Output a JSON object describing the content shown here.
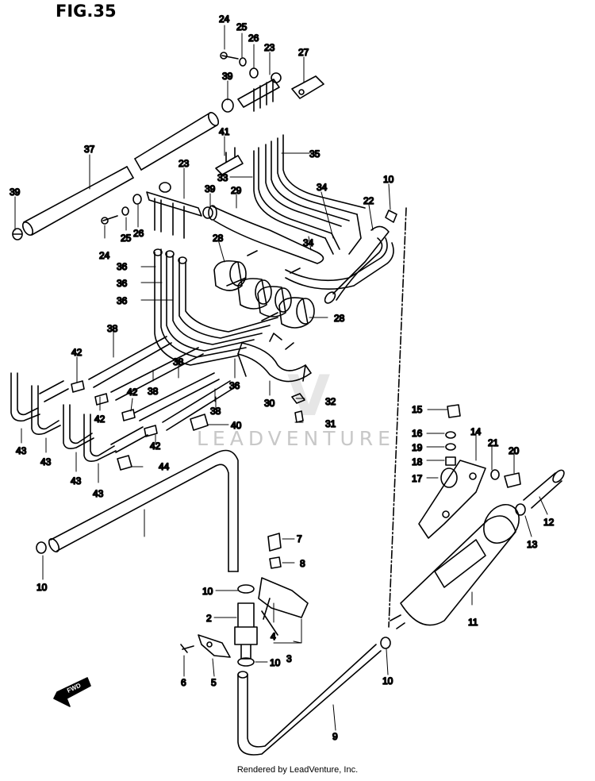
{
  "figure": {
    "title": "FIG.35"
  },
  "watermark": {
    "logo": "V",
    "text": "LEADVENTURE"
  },
  "footer": {
    "text": "Rendered by LeadVenture, Inc."
  },
  "fwd_label": "FWD",
  "callouts": [
    {
      "id": "c24a",
      "text": "24"
    },
    {
      "id": "c25a",
      "text": "25"
    },
    {
      "id": "c26a",
      "text": "26"
    },
    {
      "id": "c23a",
      "text": "23"
    },
    {
      "id": "c27",
      "text": "27"
    },
    {
      "id": "c39a",
      "text": "39"
    },
    {
      "id": "c37",
      "text": "37"
    },
    {
      "id": "c41",
      "text": "41"
    },
    {
      "id": "c35",
      "text": "35"
    },
    {
      "id": "c33",
      "text": "33"
    },
    {
      "id": "c23b",
      "text": "23"
    },
    {
      "id": "c39b",
      "text": "39"
    },
    {
      "id": "c29",
      "text": "29"
    },
    {
      "id": "c34a",
      "text": "34"
    },
    {
      "id": "c10a",
      "text": "10"
    },
    {
      "id": "c39c",
      "text": "39"
    },
    {
      "id": "c22",
      "text": "22"
    },
    {
      "id": "c25b",
      "text": "25"
    },
    {
      "id": "c26b",
      "text": "26"
    },
    {
      "id": "c24b",
      "text": "24"
    },
    {
      "id": "c34b",
      "text": "34"
    },
    {
      "id": "c28a",
      "text": "28"
    },
    {
      "id": "c36a",
      "text": "36"
    },
    {
      "id": "c36b",
      "text": "36"
    },
    {
      "id": "c36c",
      "text": "36"
    },
    {
      "id": "c28b",
      "text": "28"
    },
    {
      "id": "c38a",
      "text": "38"
    },
    {
      "id": "c42a",
      "text": "42"
    },
    {
      "id": "c38b",
      "text": "38"
    },
    {
      "id": "c38c",
      "text": "38"
    },
    {
      "id": "c42b",
      "text": "42"
    },
    {
      "id": "c42c",
      "text": "42"
    },
    {
      "id": "c36d",
      "text": "36"
    },
    {
      "id": "c30",
      "text": "30"
    },
    {
      "id": "c32",
      "text": "32"
    },
    {
      "id": "c38d",
      "text": "38"
    },
    {
      "id": "c31",
      "text": "31"
    },
    {
      "id": "c40",
      "text": "40"
    },
    {
      "id": "c42d",
      "text": "42"
    },
    {
      "id": "c43a",
      "text": "43"
    },
    {
      "id": "c43b",
      "text": "43"
    },
    {
      "id": "c43c",
      "text": "43"
    },
    {
      "id": "c43d",
      "text": "43"
    },
    {
      "id": "c44",
      "text": "44"
    },
    {
      "id": "c15",
      "text": "15"
    },
    {
      "id": "c16",
      "text": "16"
    },
    {
      "id": "c14",
      "text": "14"
    },
    {
      "id": "c19",
      "text": "19"
    },
    {
      "id": "c21",
      "text": "21"
    },
    {
      "id": "c20",
      "text": "20"
    },
    {
      "id": "c18",
      "text": "18"
    },
    {
      "id": "c17",
      "text": "17"
    },
    {
      "id": "c12",
      "text": "12"
    },
    {
      "id": "c13",
      "text": "13"
    },
    {
      "id": "c10b",
      "text": "10"
    },
    {
      "id": "c7",
      "text": "7"
    },
    {
      "id": "c8",
      "text": "8"
    },
    {
      "id": "c10c",
      "text": "10"
    },
    {
      "id": "c2",
      "text": "2"
    },
    {
      "id": "c11",
      "text": "11"
    },
    {
      "id": "c4",
      "text": "4"
    },
    {
      "id": "c10d",
      "text": "10"
    },
    {
      "id": "c3",
      "text": "3"
    },
    {
      "id": "c10e",
      "text": "10"
    },
    {
      "id": "c6",
      "text": "6"
    },
    {
      "id": "c5",
      "text": "5"
    },
    {
      "id": "c9",
      "text": "9"
    }
  ]
}
